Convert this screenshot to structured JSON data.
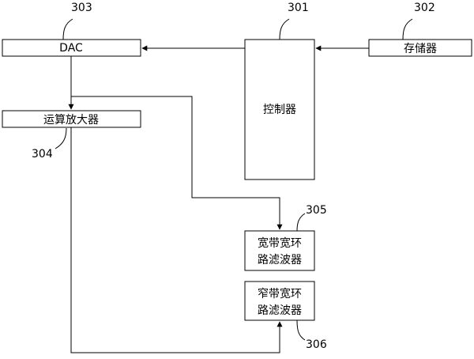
{
  "blocks": {
    "dac": {
      "ref": "303",
      "label": "DAC"
    },
    "controller": {
      "ref": "301",
      "label": "控制器"
    },
    "memory": {
      "ref": "302",
      "label": "存储器"
    },
    "op_amp": {
      "ref": "304",
      "label": "运算放大器"
    },
    "wideband_filter": {
      "ref": "305",
      "label_line1": "宽带宽环",
      "label_line2": "路滤波器"
    },
    "narrowband_filter": {
      "ref": "306",
      "label_line1": "窄带宽环",
      "label_line2": "路滤波器"
    }
  }
}
